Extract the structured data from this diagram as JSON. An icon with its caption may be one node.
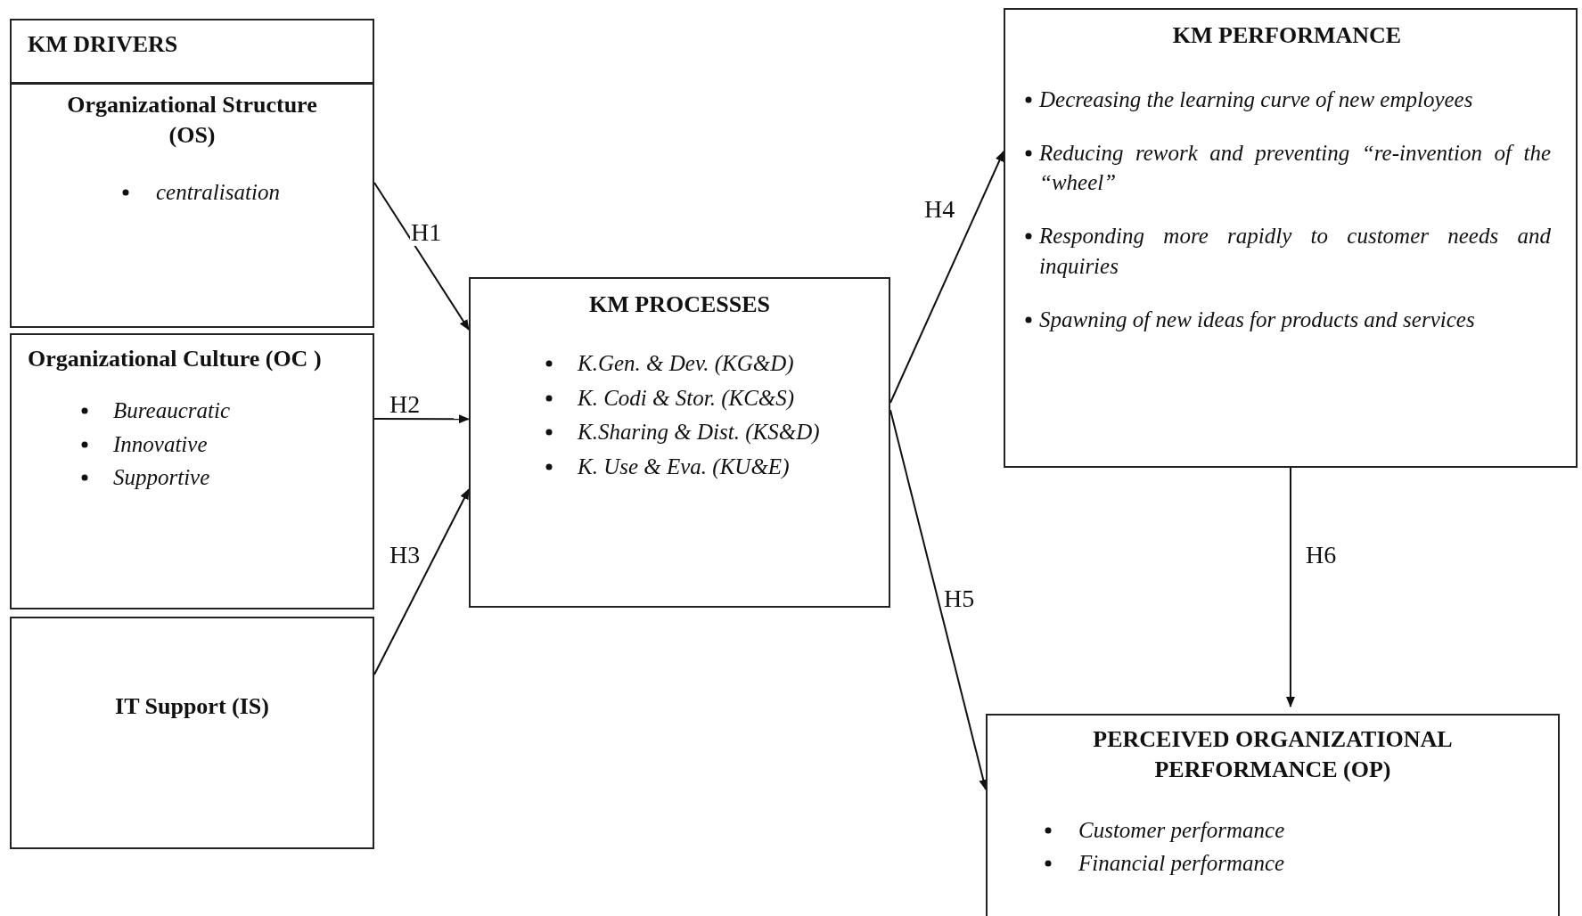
{
  "diagram": {
    "nodes": [
      {
        "text": [
          "KM DRIVERS"
        ]
      },
      {
        "text": [
          "Organizational Structure (OS)",
          "centralisation"
        ]
      },
      {
        "text": [
          "Organizational Culture (OC )",
          "Bureaucratic",
          "Innovative",
          "Supportive"
        ]
      },
      {
        "text": [
          "IT Support (IS)"
        ]
      },
      {
        "text": [
          "KM PROCESSES",
          "K.Gen. & Dev. (KG&D)",
          "K. Codi & Stor. (KC&S)",
          "K.Sharing & Dist. (KS&D)",
          "K. Use & Eva. (KU&E)"
        ]
      },
      {
        "text": [
          "KM PERFORMANCE",
          "Decreasing the learning curve of new employees",
          "Reducing rework and preventing “re-invention of the “wheel”",
          "Responding more rapidly to customer needs and inquiries",
          "Spawning of new ideas for products and services"
        ]
      },
      {
        "text": [
          "PERCEIVED ORGANIZATIONAL PERFORMANCE (OP)",
          "Customer performance",
          "Financial performance"
        ]
      }
    ],
    "edges": [
      {
        "from": 1,
        "to": 4,
        "arrow": "to",
        "label": "H1"
      },
      {
        "from": 2,
        "to": 4,
        "arrow": "to",
        "label": "H2"
      },
      {
        "from": 3,
        "to": 4,
        "arrow": "to",
        "label": "H3"
      },
      {
        "from": 4,
        "to": 5,
        "arrow": "to",
        "label": "H4"
      },
      {
        "from": 4,
        "to": 6,
        "arrow": "to",
        "label": "H5"
      },
      {
        "from": 5,
        "to": 6,
        "arrow": "to",
        "label": "H6"
      }
    ]
  }
}
